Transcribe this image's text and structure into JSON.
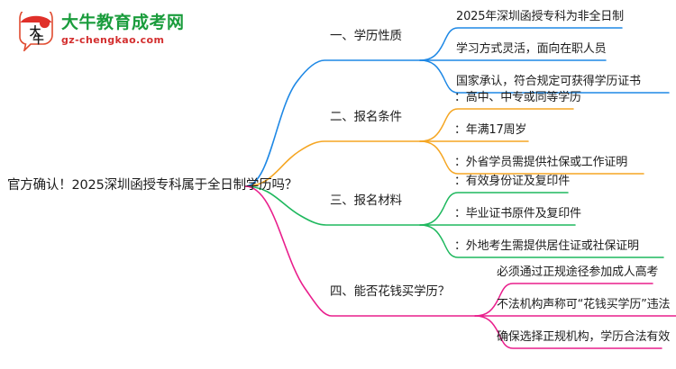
{
  "logo": {
    "mark_name": "da-niu-speech-bubble-logo",
    "title": "大牛教育成考网",
    "domain": "gz-chengkao.com",
    "title_color": "#1a9c3c",
    "domain_color": "#d32f2f"
  },
  "mindmap": {
    "root": {
      "label": "官方确认！2025深圳函授专科属于全日制学历吗？"
    },
    "branches": [
      {
        "label": "一、学历性质",
        "color": "#1e88e5",
        "leaves": [
          "2025年深圳函授专科为非全日制",
          "学习方式灵活，面向在职人员",
          "国家承认，符合规定可获得学历证书"
        ]
      },
      {
        "label": "二、报名条件",
        "color": "#f5a623",
        "leaves": [
          "：高中、中专或同等学历",
          "：年满17周岁",
          "：外省学员需提供社保或工作证明"
        ]
      },
      {
        "label": "三、报名材料",
        "color": "#1fb85e",
        "leaves": [
          "：有效身份证及复印件",
          "：毕业证书原件及复印件",
          "：外地考生需提供居住证或社保证明"
        ]
      },
      {
        "label": "四、能否花钱买学历？",
        "color": "#e91e8c",
        "leaves": [
          "必须通过正规途径参加成人高考",
          "不法机构声称可“花钱买学历”违法",
          "确保选择正规机构，学历合法有效"
        ]
      }
    ]
  }
}
